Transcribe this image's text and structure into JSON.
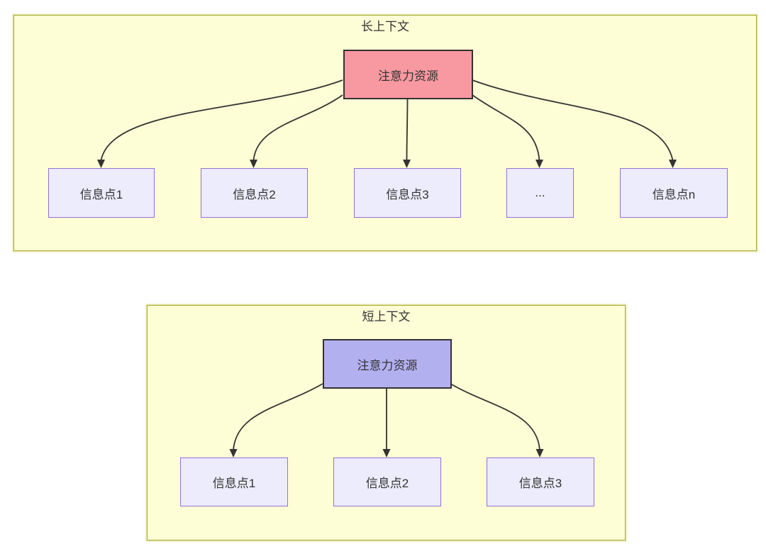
{
  "colors": {
    "group_fill": "#fdfdd6",
    "group_border": "#aaaa33",
    "attention_pink_fill": "#f898a1",
    "attention_purple_fill": "#b3b0f0",
    "attention_border": "#333333",
    "info_fill": "#ececfc",
    "info_border": "#9370db",
    "arrow": "#333333",
    "text": "#333333"
  },
  "diagram": {
    "sections": [
      {
        "title": "长上下文",
        "attention_label": "注意力资源",
        "info_nodes": [
          "信息点1",
          "信息点2",
          "信息点3",
          "...",
          "信息点n"
        ]
      },
      {
        "title": "短上下文",
        "attention_label": "注意力资源",
        "info_nodes": [
          "信息点1",
          "信息点2",
          "信息点3"
        ]
      }
    ]
  }
}
